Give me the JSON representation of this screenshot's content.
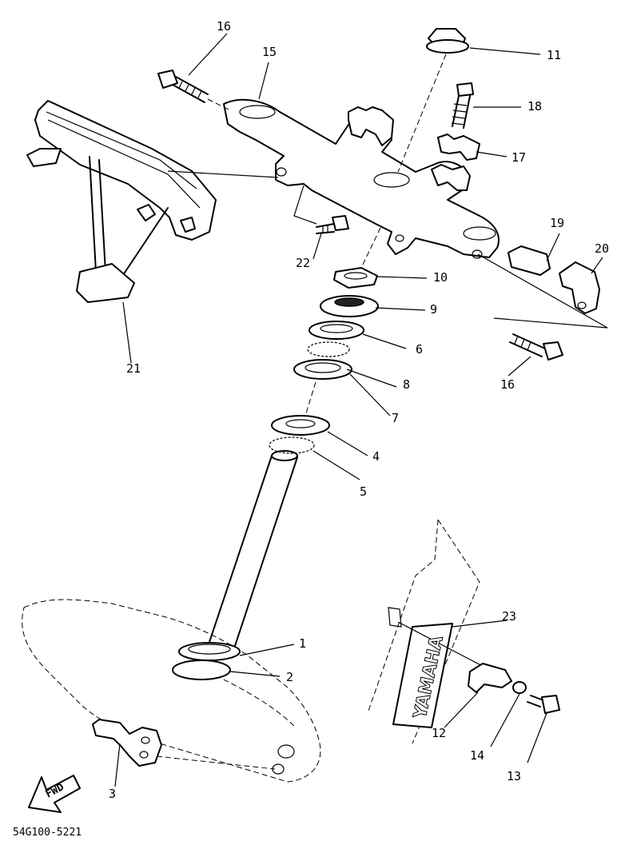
{
  "drawing_code": "54G100-5221",
  "fwd_label": "FWD",
  "brand_text": "YAMAHA",
  "callouts": {
    "c1": "1",
    "c2": "2",
    "c3": "3",
    "c4": "4",
    "c5": "5",
    "c6": "6",
    "c7": "7",
    "c8": "8",
    "c9": "9",
    "c10": "10",
    "c11": "11",
    "c12": "12",
    "c13": "13",
    "c14": "14",
    "c15": "15",
    "c16a": "16",
    "c16b": "16",
    "c17": "17",
    "c18": "18",
    "c19": "19",
    "c20": "20",
    "c21": "21",
    "c22": "22",
    "c23": "23"
  }
}
